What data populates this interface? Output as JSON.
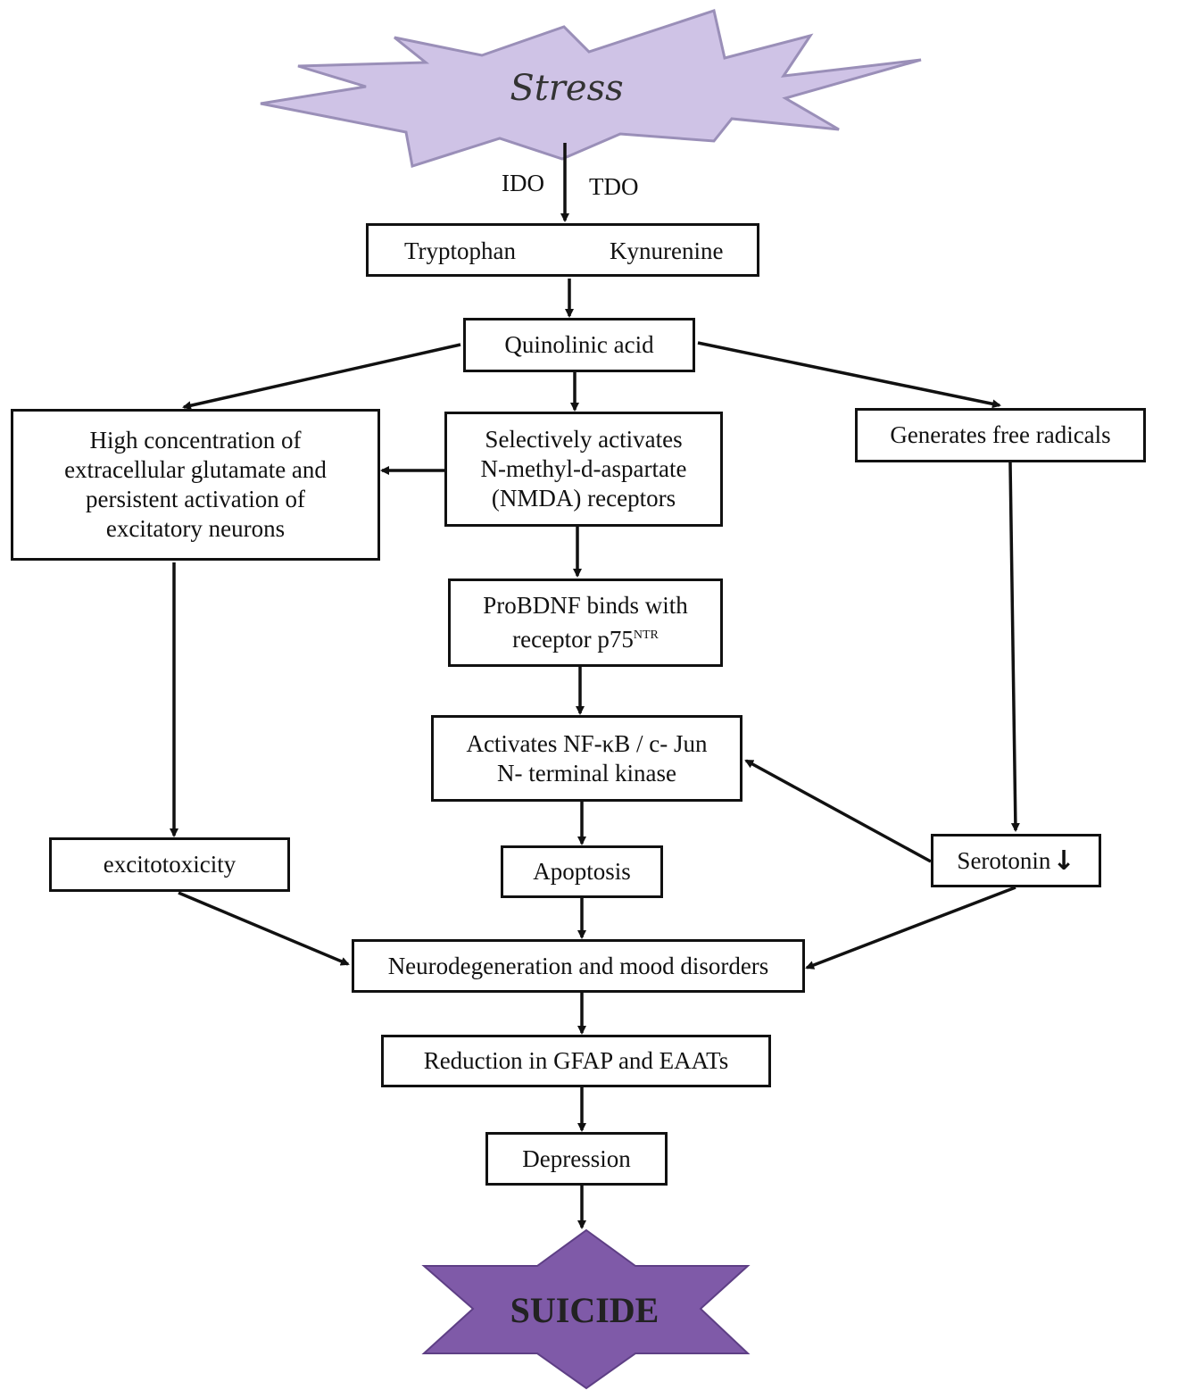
{
  "start": "Stress",
  "enzymes": {
    "left": "IDO",
    "right": "TDO"
  },
  "tryptophan": {
    "from": "Tryptophan",
    "to": "Kynurenine"
  },
  "quinolinic": "Quinolinic acid",
  "glutamate": "High concentration of\nextracellular glutamate and\npersistent activation of\nexcitatory neurons",
  "nmda": "Selectively activates\nN-methyl-d-aspartate\n(NMDA) receptors",
  "radicals": "Generates free radicals",
  "probdnf": {
    "line1": "ProBDNF binds with",
    "line2": "receptor p75",
    "sup": "NTR"
  },
  "nfkb": "Activates NF-κB / c- Jun\nN- terminal kinase",
  "excitotoxicity": "excitotoxicity",
  "apoptosis": "Apoptosis",
  "serotonin": {
    "label": "Serotonin",
    "indicator": "↓"
  },
  "neuro": "Neurodegeneration and mood disorders",
  "gfap": "Reduction in GFAP and EAATs",
  "depression": "Depression",
  "end": "SUICIDE",
  "colors": {
    "stress_fill": "#cfc3e6",
    "stress_stroke": "#9a8fb8",
    "suicide_fill": "#7f5aa8",
    "suicide_stroke": "#5e3f85",
    "line": "#111111"
  }
}
